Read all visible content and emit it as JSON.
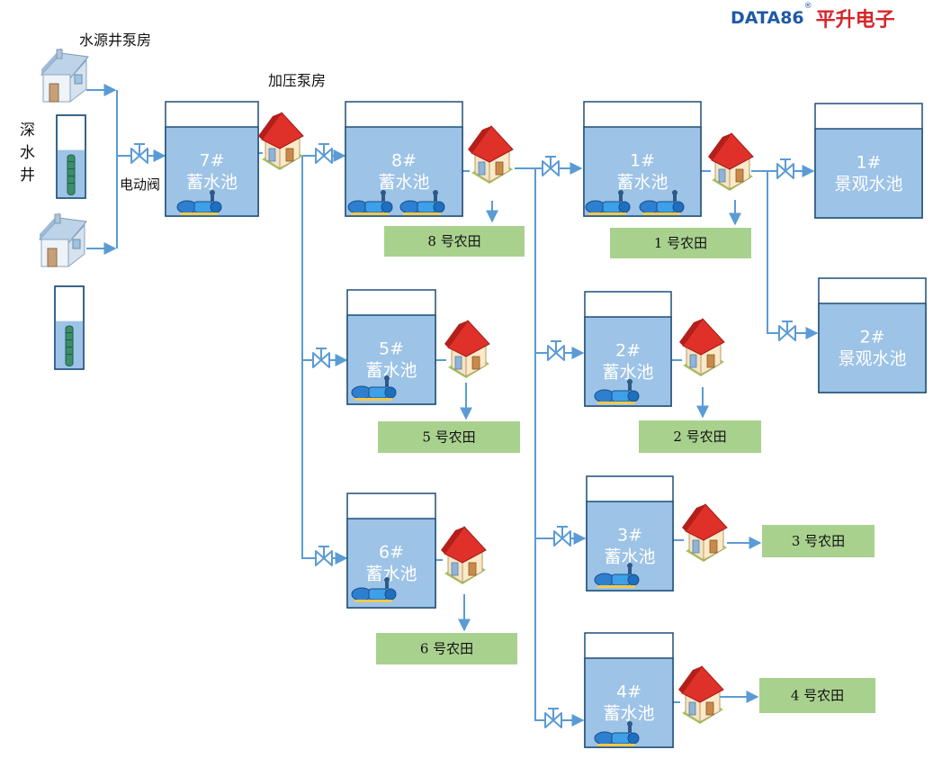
{
  "brand": {
    "name_en": "DATA86",
    "reg_mark": "®",
    "name_cn": "平升电子"
  },
  "labels": {
    "well_pump_house": "水源井泵房",
    "booster_pump_house": "加压泵房",
    "deep_well": "深水井",
    "electric_valve": "电动阀"
  },
  "tanks": [
    {
      "id": "7",
      "number": "7#",
      "name": "蓄水池"
    },
    {
      "id": "8",
      "number": "8#",
      "name": "蓄水池"
    },
    {
      "id": "1",
      "number": "1#",
      "name": "蓄水池"
    },
    {
      "id": "5",
      "number": "5#",
      "name": "蓄水池"
    },
    {
      "id": "6",
      "number": "6#",
      "name": "蓄水池"
    },
    {
      "id": "2",
      "number": "2#",
      "name": "蓄水池"
    },
    {
      "id": "3",
      "number": "3#",
      "name": "蓄水池"
    },
    {
      "id": "4",
      "number": "4#",
      "name": "蓄水池"
    },
    {
      "id": "L1",
      "number": "1#",
      "name": "景观水池"
    },
    {
      "id": "L2",
      "number": "2#",
      "name": "景观水池"
    }
  ],
  "fields": [
    {
      "id": "8",
      "label": "8 号农田"
    },
    {
      "id": "1",
      "label": "1 号农田"
    },
    {
      "id": "5",
      "label": "5 号农田"
    },
    {
      "id": "2",
      "label": "2 号农田"
    },
    {
      "id": "3",
      "label": "3 号农田"
    },
    {
      "id": "6",
      "label": "6 号农田"
    },
    {
      "id": "4",
      "label": "4 号农田"
    }
  ],
  "colors": {
    "pipe": "#5b9bd5",
    "tank_fill": "#9dc3e6",
    "tank_border": "#1f4e79",
    "field_fill": "#a9d18e",
    "roof_red": "#e0302a",
    "brand_blue": "#1f5aa6",
    "brand_red": "#d6262a"
  },
  "icons": [
    "house-icon",
    "red-roof-house-icon",
    "valve-icon",
    "pump-icon",
    "submersible-pump-icon",
    "arrow-icon"
  ]
}
